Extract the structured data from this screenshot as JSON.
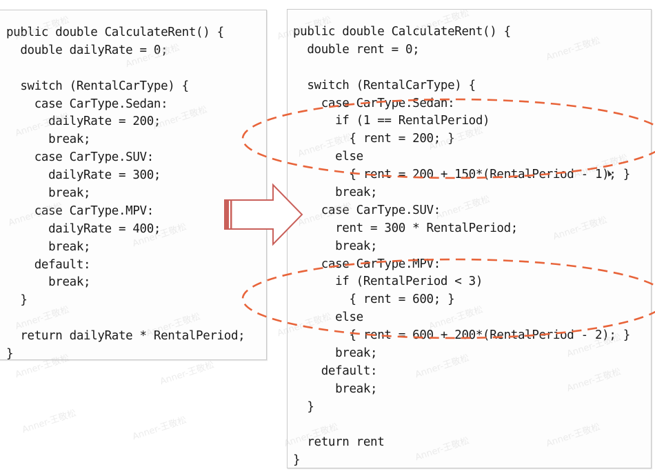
{
  "before_code": {
    "lines": [
      "public double CalculateRent() {",
      "  double dailyRate = 0;",
      "",
      "  switch (RentalCarType) {",
      "    case CarType.Sedan:",
      "      dailyRate = 200;",
      "      break;",
      "    case CarType.SUV:",
      "      dailyRate = 300;",
      "      break;",
      "    case CarType.MPV:",
      "      dailyRate = 400;",
      "      break;",
      "    default:",
      "      break;",
      "  }",
      "",
      "  return dailyRate * RentalPeriod;",
      "}"
    ]
  },
  "after_code": {
    "lines": [
      "public double CalculateRent() {",
      "  double rent = 0;",
      "",
      "  switch (RentalCarType) {",
      "    case CarType.Sedan:",
      "      if (1 == RentalPeriod)",
      "        { rent = 200; }",
      "      else",
      "        { rent = 200 + 150*(RentalPeriod - 1); }",
      "      break;",
      "    case CarType.SUV:",
      "      rent = 300 * RentalPeriod;",
      "      break;",
      "    case CarType.MPV:",
      "      if (RentalPeriod < 3)",
      "        { rent = 600; }",
      "      else",
      "        { rent = 600 + 200*(RentalPeriod - 2); }",
      "      break;",
      "    default:",
      "      break;",
      "  }",
      "",
      "  return rent",
      "}"
    ]
  },
  "arrow": {
    "icon": "refactor-arrow-right-icon",
    "color": "#c9605a"
  },
  "highlights": {
    "color": "#e8643a",
    "items": [
      {
        "label": "sedan-pricing-change"
      },
      {
        "label": "mpv-pricing-change"
      }
    ]
  },
  "watermark": {
    "text": "Anner-王敬松"
  }
}
